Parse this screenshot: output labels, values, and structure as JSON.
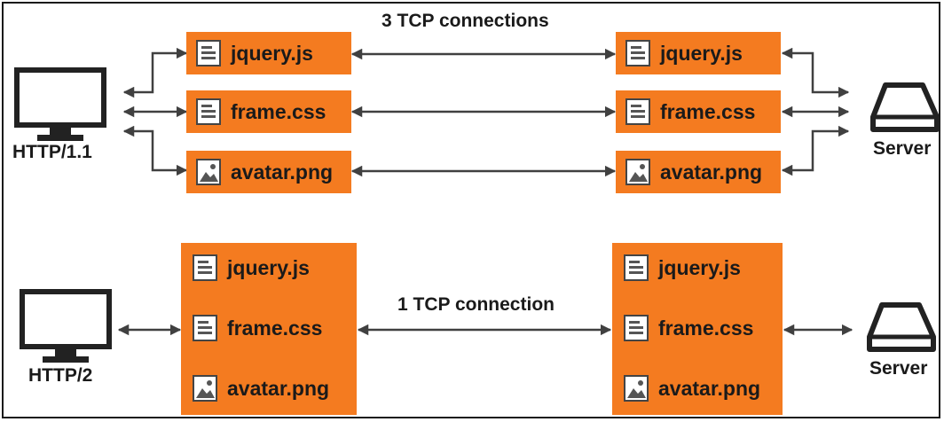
{
  "http1": {
    "client_label": "HTTP/1.1",
    "server_label": "Server",
    "connection_label": "3 TCP connections",
    "files": [
      {
        "name": "jquery.js",
        "icon": "document-icon"
      },
      {
        "name": "frame.css",
        "icon": "document-icon"
      },
      {
        "name": "avatar.png",
        "icon": "image-icon"
      }
    ]
  },
  "http2": {
    "client_label": "HTTP/2",
    "server_label": "Server",
    "connection_label": "1 TCP connection",
    "files": [
      {
        "name": "jquery.js",
        "icon": "document-icon"
      },
      {
        "name": "frame.css",
        "icon": "document-icon"
      },
      {
        "name": "avatar.png",
        "icon": "image-icon"
      }
    ]
  },
  "colors": {
    "file_fill": "#f47b20",
    "line": "#404040"
  }
}
